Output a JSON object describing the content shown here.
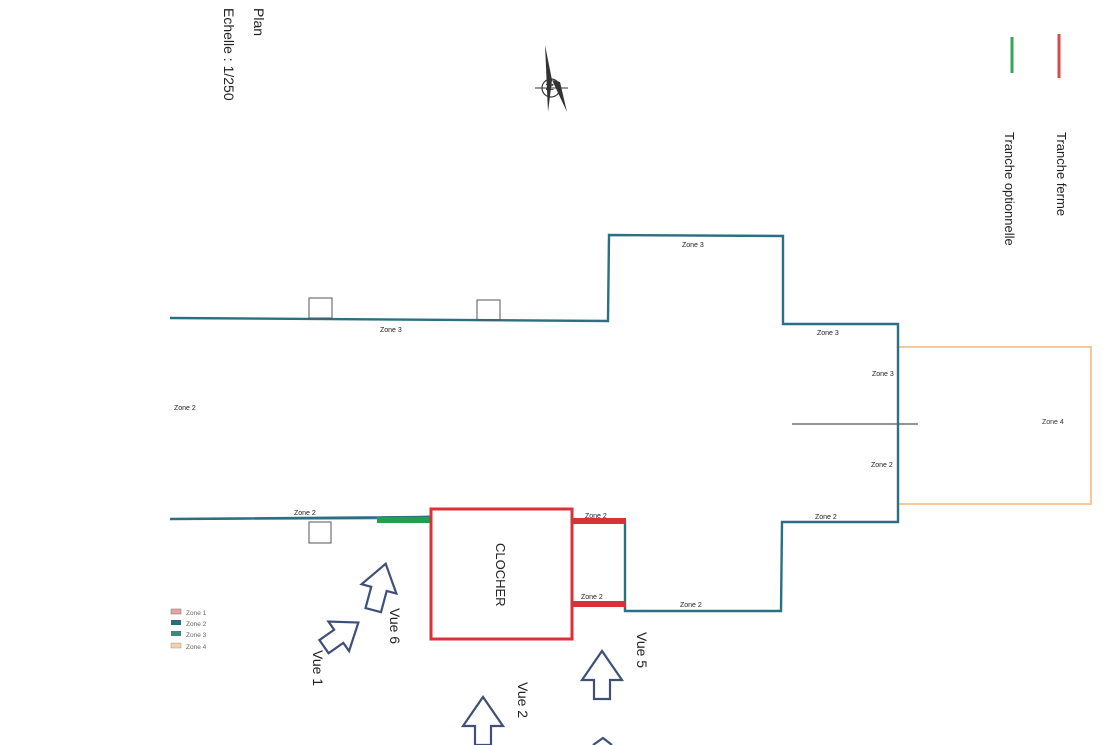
{
  "title": {
    "line1": "Plan",
    "line2": "Echelle : 1/250"
  },
  "legend": {
    "tranche_ferme": {
      "label": "Tranche ferme",
      "color": "#d9484a"
    },
    "tranche_optionnelle": {
      "label": "Tranche optionnelle",
      "color": "#3aa35a"
    }
  },
  "zones": {
    "top_left": "Zone 3",
    "transept_top": "Zone 3",
    "right_upper": "Zone 3",
    "right_side_upper": "Zone 3",
    "left_end": "Zone 2",
    "bottom_left": "Zone 2",
    "clocher_top": "Zone 2",
    "clocher_bottom": "Zone 2",
    "bottom_right": "Zone 2",
    "transept_bottom": "Zone 2",
    "right_side_lower": "Zone 2",
    "apse": "Zone 4"
  },
  "clocher": "CLOCHER",
  "zone_key": [
    {
      "label": "Zone 1",
      "color": "#e6a4a4"
    },
    {
      "label": "Zone 2",
      "color": "#2c6a80"
    },
    {
      "label": "Zone 3",
      "color": "#3a8a7d"
    },
    {
      "label": "Zone 4",
      "color": "#f3d0a8"
    }
  ],
  "views": {
    "vue1": "Vue 1",
    "vue2": "Vue 2",
    "vue5": "Vue 5",
    "vue6": "Vue 6"
  },
  "colors": {
    "outline": "#2a6f82",
    "apse": "#f5c89a",
    "red": "#d9313a",
    "green": "#24a04a",
    "arrow": "#3f4f78"
  }
}
